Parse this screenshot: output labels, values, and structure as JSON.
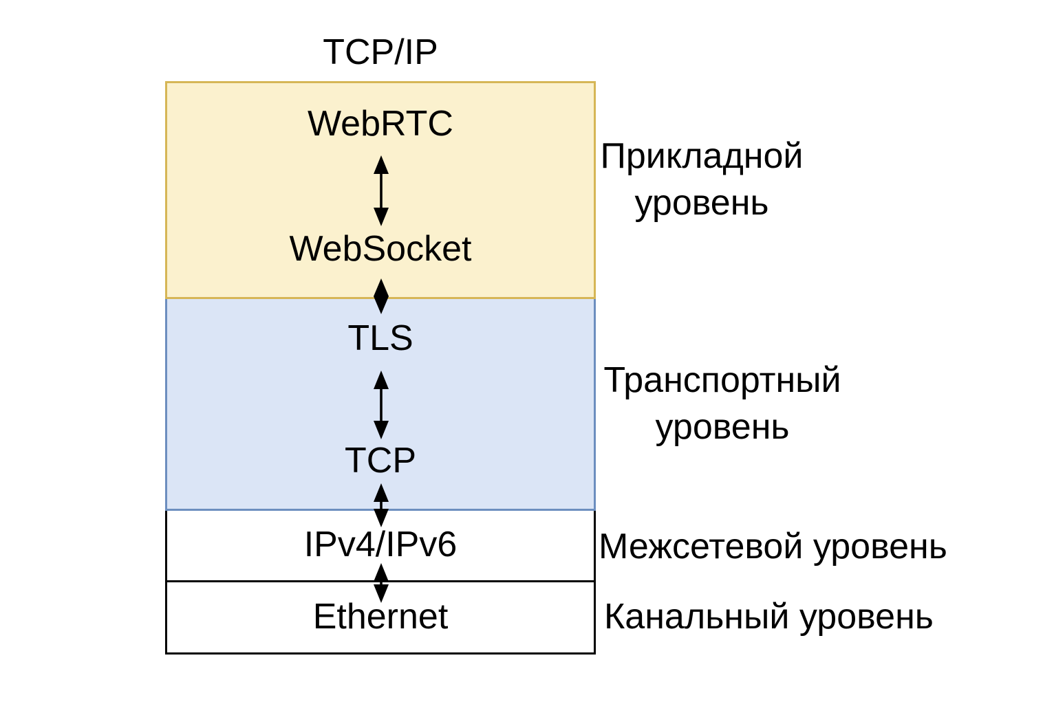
{
  "title": "TCP/IP",
  "protocols": {
    "webrtc": "WebRTC",
    "websocket": "WebSocket",
    "tls": "TLS",
    "tcp": "TCP",
    "ip": "IPv4/IPv6",
    "ethernet": "Ethernet"
  },
  "layer_labels": {
    "application": [
      "Прикладной",
      "уровень"
    ],
    "transport": [
      "Транспортный",
      "уровень"
    ],
    "internet": [
      "Межсетевой уровень"
    ],
    "link": [
      "Канальный уровень"
    ]
  },
  "colors": {
    "application": {
      "fill": "#FBF1CE",
      "stroke": "#D6B656"
    },
    "transport": {
      "fill": "#DBE5F6",
      "stroke": "#6C8EBF"
    },
    "internet": {
      "fill": "#FFFFFF",
      "stroke": "#000000"
    },
    "link": {
      "fill": "#FFFFFF",
      "stroke": "#000000"
    },
    "arrow": "#000000",
    "text": "#000000",
    "background": "#FFFFFF"
  }
}
